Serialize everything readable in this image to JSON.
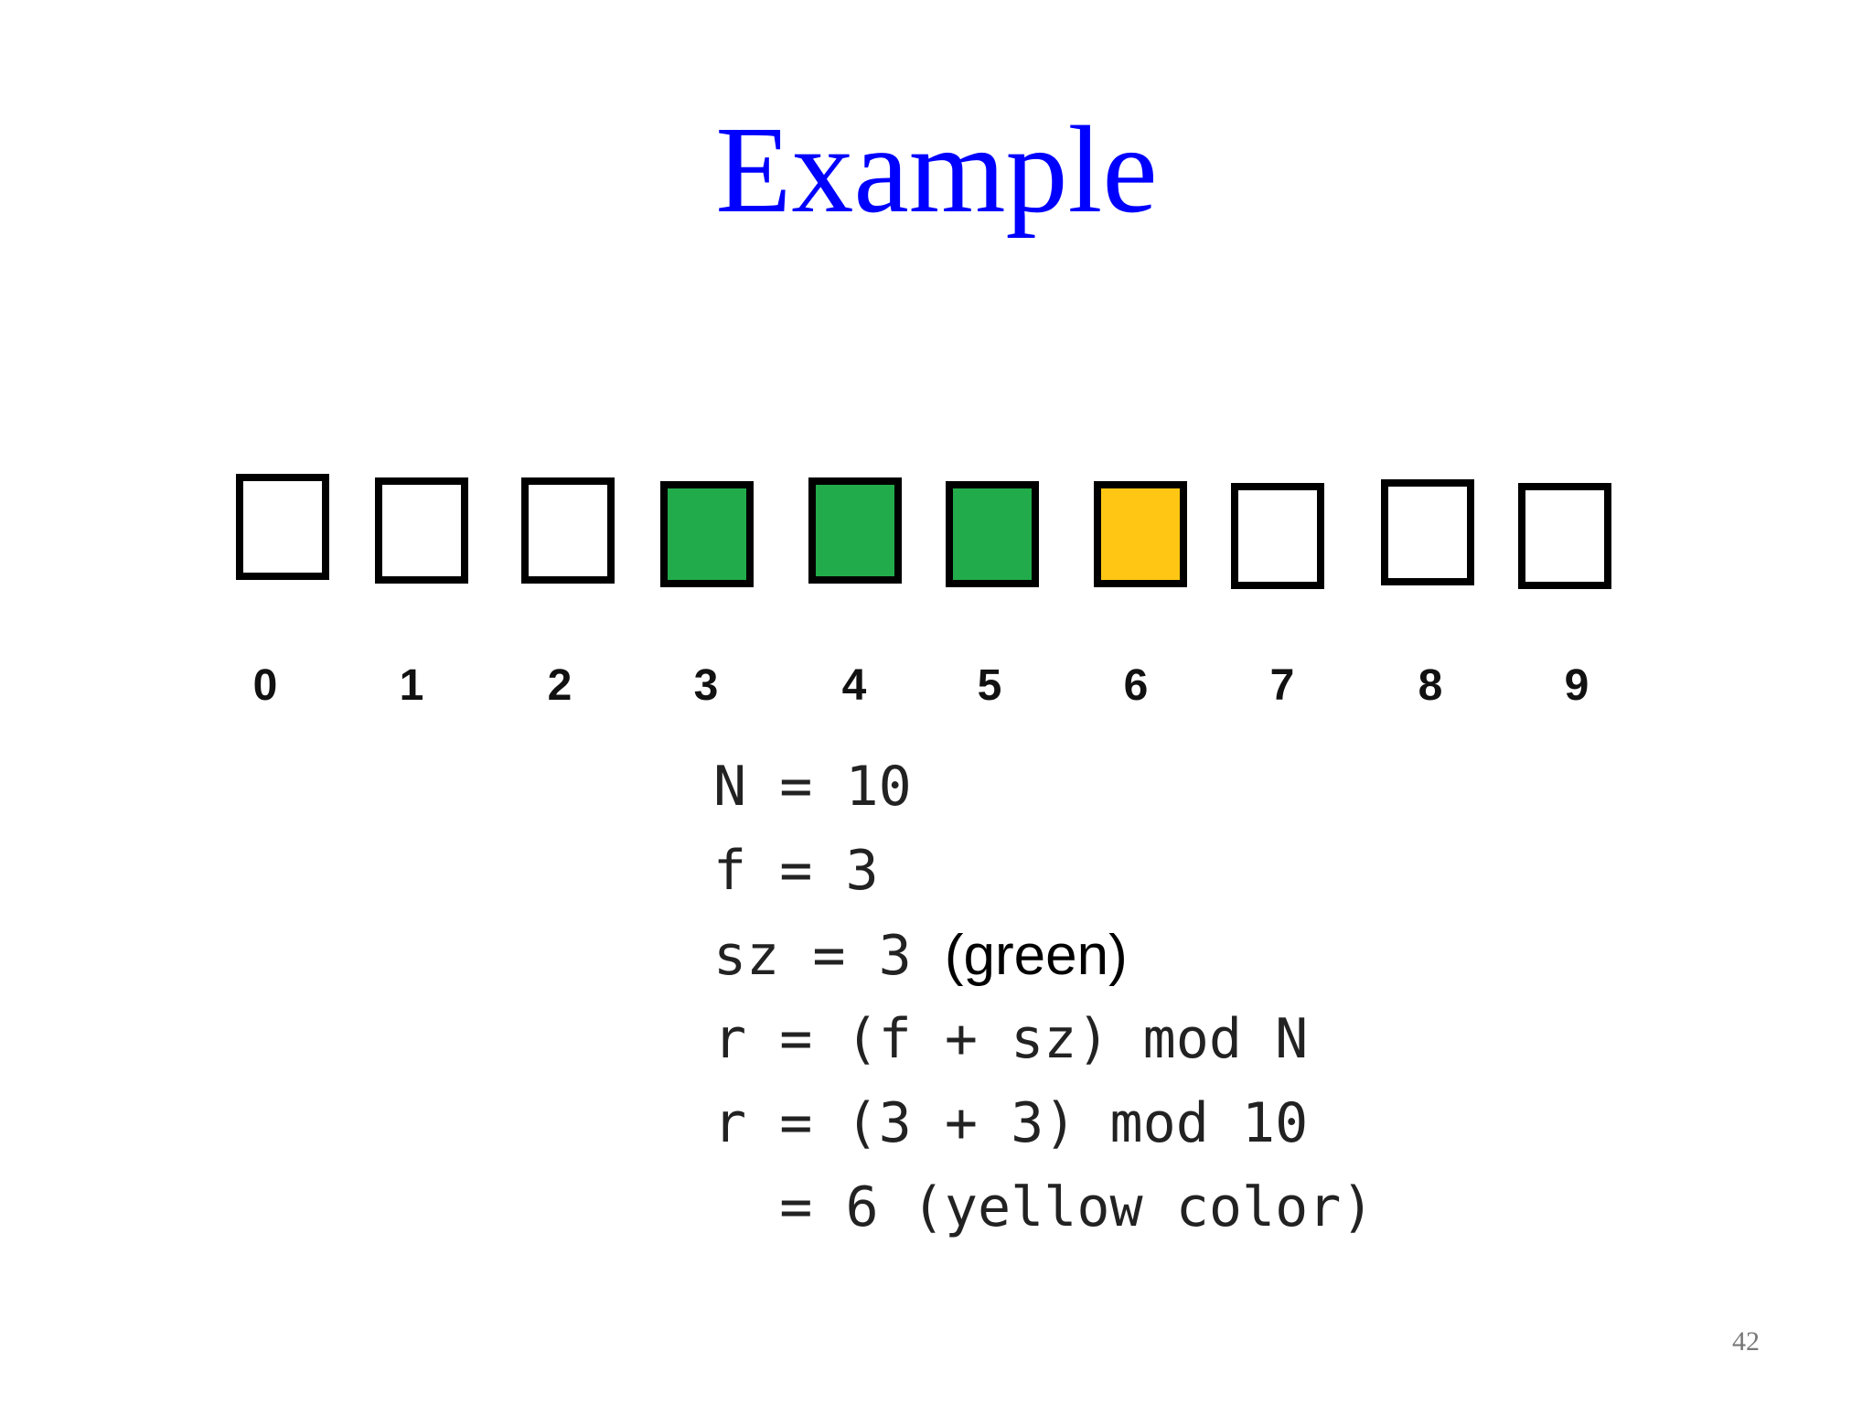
{
  "title": "Example",
  "cells": [
    {
      "index": "0",
      "color": "empty"
    },
    {
      "index": "1",
      "color": "empty"
    },
    {
      "index": "2",
      "color": "empty"
    },
    {
      "index": "3",
      "color": "green"
    },
    {
      "index": "4",
      "color": "green"
    },
    {
      "index": "5",
      "color": "green"
    },
    {
      "index": "6",
      "color": "yellow"
    },
    {
      "index": "7",
      "color": "empty"
    },
    {
      "index": "8",
      "color": "empty"
    },
    {
      "index": "9",
      "color": "empty"
    }
  ],
  "colors": {
    "green": "#22ab4a",
    "yellow": "#ffc714",
    "empty": "#ffffff",
    "title": "#0000ff"
  },
  "code": {
    "line1": "N = 10",
    "line2": "f = 3",
    "line3": "sz = 3",
    "line3_note": "(green)",
    "line4": "r = (f + sz) mod N",
    "line5": "r = (3 + 3) mod 10",
    "line6": "  = 6 (yellow color)"
  },
  "page_number": "42"
}
